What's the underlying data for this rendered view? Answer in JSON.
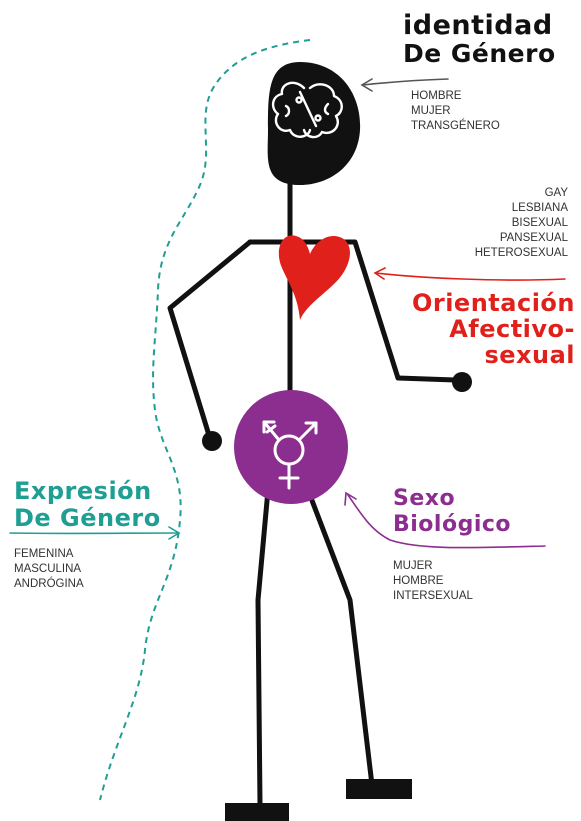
{
  "colors": {
    "black": "#111111",
    "heart": "#e0201b",
    "orientation": "#e0201b",
    "purple": "#8b2e8f",
    "teal": "#1f9e94"
  },
  "icons": [
    "brain-icon",
    "heart-icon",
    "transgender-symbol-icon"
  ],
  "identidad": {
    "title_line1": "identidad",
    "title_line2": "De Género",
    "items": [
      "HOMBRE",
      "MUJER",
      "TRANSGÉNERO"
    ]
  },
  "orientacion": {
    "items": [
      "GAY",
      "LESBIANA",
      "BISEXUAL",
      "PANSEXUAL",
      "HETEROSEXUAL"
    ],
    "title_line1": "Orientación",
    "title_line2": "Afectivo-",
    "title_line3": "sexual"
  },
  "sexo": {
    "title_line1": "Sexo",
    "title_line2": "Biológico",
    "items": [
      "MUJER",
      "HOMBRE",
      "INTERSEXUAL"
    ]
  },
  "expresion": {
    "title_line1": "Expresión",
    "title_line2": "De Género",
    "items": [
      "FEMENINA",
      "MASCULINA",
      "ANDRÓGINA"
    ]
  }
}
